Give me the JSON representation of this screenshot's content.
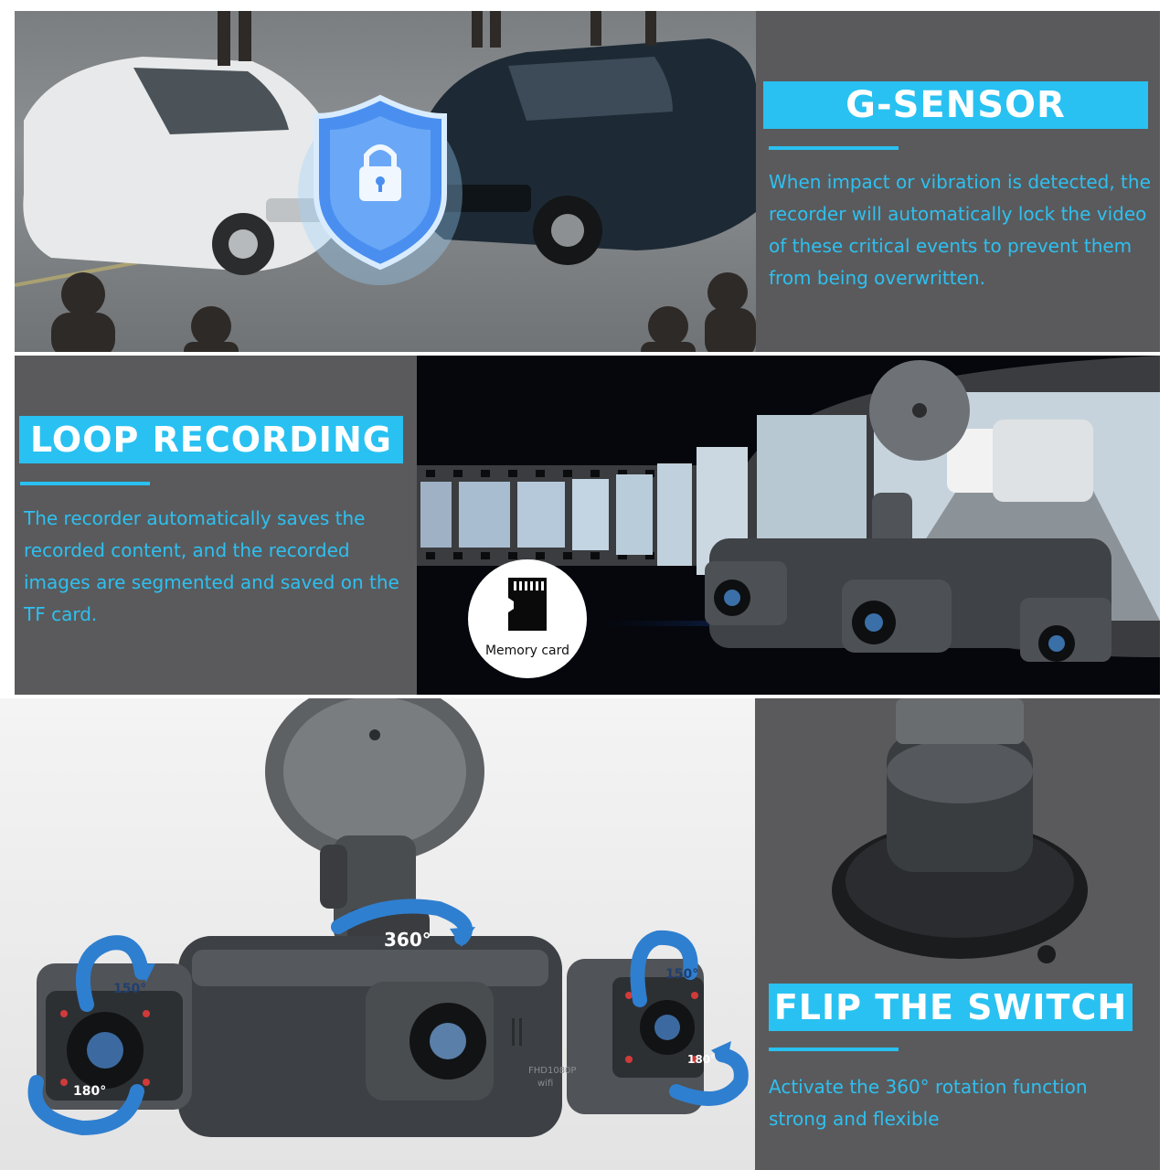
{
  "gsensor": {
    "title": "G-SENSOR",
    "description": "When impact or vibration is detected, the recorder will automatically lock the video of these critical events to prevent them from being overwritten."
  },
  "loop": {
    "title": "LOOP RECORDING",
    "description": "The recorder automatically saves the recorded content, and the recorded images are segmented and saved on the TF card.",
    "memory_card_label": "Memory card"
  },
  "flip": {
    "title": "FLIP THE SWITCH",
    "description": "Activate the 360° rotation function strong and flexible",
    "rotation_top": "360°",
    "rotation_left_top": "150°",
    "rotation_left_bottom": "180°",
    "rotation_right_top": "150°",
    "rotation_right_bottom": "180°"
  },
  "device": {
    "model_text": "FHD1080P",
    "wifi_text": "wifi"
  },
  "colors": {
    "accent": "#29c1f1",
    "panel": "#5a5a5c",
    "arrow": "#2f7fd0"
  },
  "icons": {
    "lock": "shield-lock-icon",
    "memory_card": "sd-card-icon",
    "rotation": "rotation-arrow-icon"
  }
}
